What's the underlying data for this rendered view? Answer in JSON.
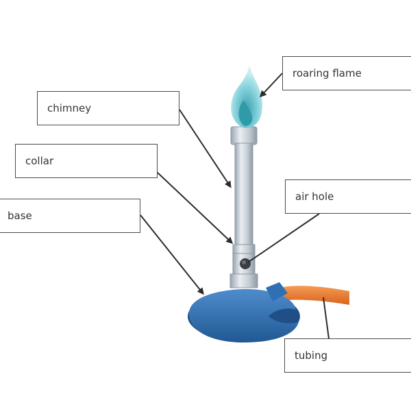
{
  "labels": {
    "roaring_flame": "roaring flame",
    "chimney": "chimney",
    "collar": "collar",
    "base": "base",
    "air_hole": "air hole",
    "tubing": "tubing"
  },
  "colors": {
    "flame_outer": "#8fd6df",
    "flame_inner": "#3aa7b3",
    "chimney": "#c4ccd3",
    "base": "#2f6fb2",
    "tubing": "#e9782f",
    "line": "#2b2b2b"
  }
}
